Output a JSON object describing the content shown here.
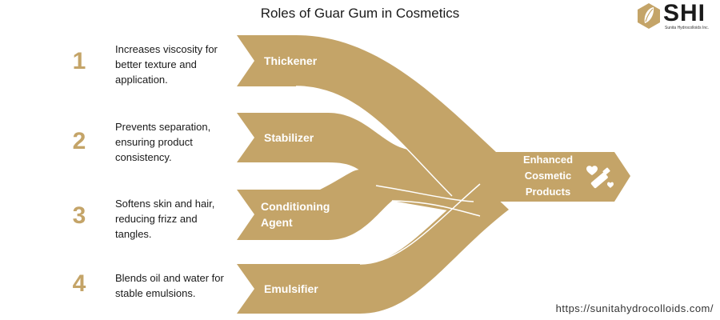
{
  "title": "Roles of Guar Gum in Cosmetics",
  "logo": {
    "text": "SHI",
    "subtitle": "Sunita Hydrocolloids Inc."
  },
  "colors": {
    "accent": "#c4a468",
    "text": "#1a1a1a"
  },
  "steps": [
    {
      "number": "1",
      "description": "Increases viscosity for better texture and application.",
      "label": "Thickener"
    },
    {
      "number": "2",
      "description": "Prevents separation, ensuring product consistency.",
      "label": "Stabilizer"
    },
    {
      "number": "3",
      "description": "Softens skin and hair, reducing frizz and tangles.",
      "label": "Conditioning Agent"
    },
    {
      "number": "4",
      "description": "Blends oil and water for stable emulsions.",
      "label": "Emulsifier"
    }
  ],
  "output": {
    "label": "Enhanced Cosmetic Products",
    "icon": "cosmetics-icon"
  },
  "website": "https://sunitahydrocolloids.com/"
}
